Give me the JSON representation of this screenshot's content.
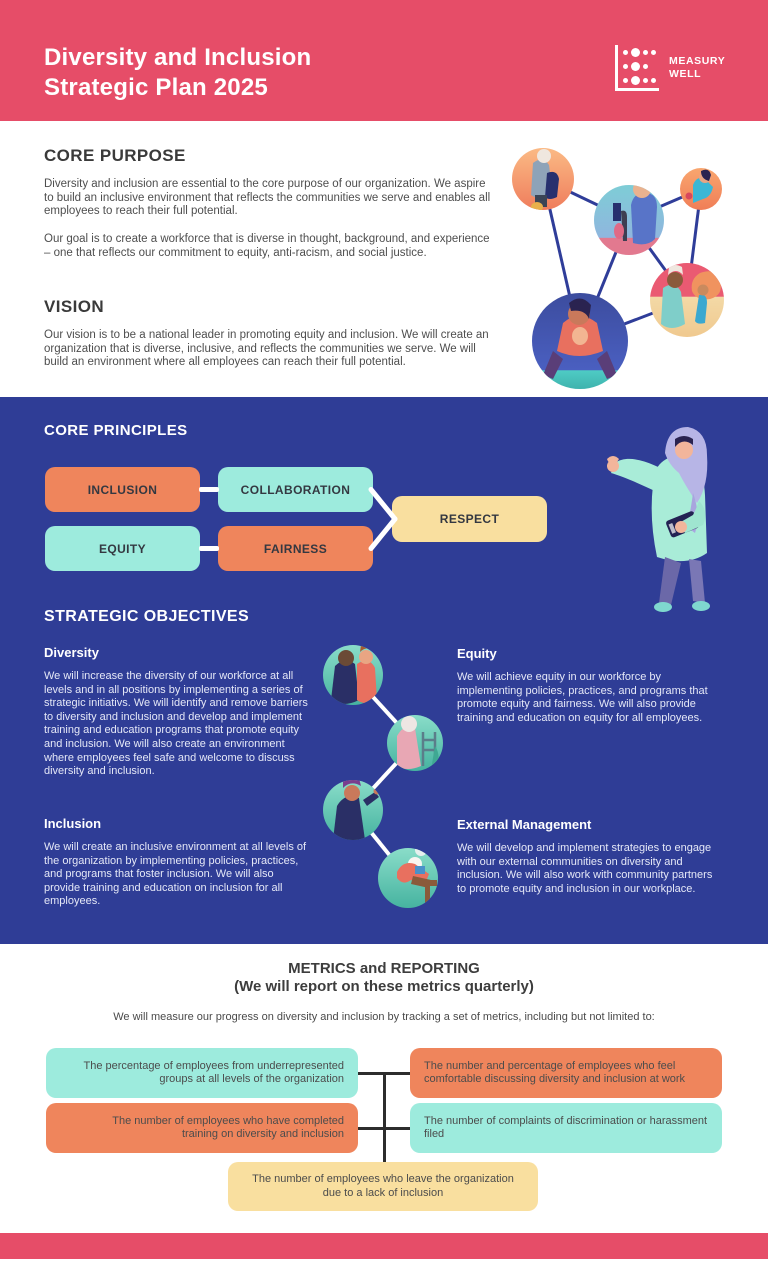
{
  "header": {
    "title_line1": "Diversity and Inclusion",
    "title_line2": "Strategic Plan 2025",
    "logo_line1": "MEASURY",
    "logo_line2": "WELL"
  },
  "core_purpose": {
    "heading": "CORE PURPOSE",
    "para1": "Diversity and inclusion are essential to the core purpose of our organization. We aspire to build an inclusive environment that reflects the communities we serve and enables all employees to reach their full potential.",
    "para2": "Our goal is to create a workforce that is diverse in thought, background, and experience – one that reflects our commitment to equity, anti-racism, and social justice."
  },
  "vision": {
    "heading": "VISION",
    "para": "Our vision is to be a national leader in promoting equity and inclusion. We will create an organization that is diverse, inclusive, and reflects the communities we serve. We will build an environment where all employees can reach their full potential."
  },
  "core_principles": {
    "heading": "CORE PRINCIPLES",
    "boxes": [
      {
        "label": "INCLUSION",
        "color": "#EF855C"
      },
      {
        "label": "COLLABORATION",
        "color": "#9DEBDD"
      },
      {
        "label": "RESPECT",
        "color": "#F9DF9F"
      },
      {
        "label": "EQUITY",
        "color": "#9DEBDD"
      },
      {
        "label": "FAIRNESS",
        "color": "#EF855C"
      }
    ]
  },
  "strategic_objectives": {
    "heading": "STRATEGIC OBJECTIVES",
    "items": [
      {
        "title": "Diversity",
        "body": "We will increase the diversity of our workforce at all levels and in all positions by implementing a series of strategic initiativs. We will identify and remove barriers to diversity and inclusion and develop and implement training and education programs that promote equity and inclusion. We will also create an environment where employees feel safe and welcome to discuss diversity and inclusion."
      },
      {
        "title": "Equity",
        "body": "We will achieve equity in our workforce by implementing policies, practices, and programs that promote equity and fairness. We will also provide training and education on equity for all employees."
      },
      {
        "title": "Inclusion",
        "body": "We will create an inclusive environment at all levels of the organization by implementing policies, practices, and programs that foster inclusion. We will also provide training and education on inclusion for all employees."
      },
      {
        "title": "External Management",
        "body": "We will develop and implement strategies to engage with our external communities on diversity and inclusion. We will also work with community partners to promote equity and inclusion in our workplace."
      }
    ]
  },
  "metrics": {
    "heading_line1": "METRICS and REPORTING",
    "heading_line2": "(We will report on these metrics quarterly)",
    "intro": "We will measure our progress on diversity and inclusion by tracking a set of metrics, including but not limited to:",
    "boxes": [
      {
        "text": "The percentage of employees from underrepresented groups at all levels of the organization",
        "color": "#9DEBDD"
      },
      {
        "text": "The number and percentage of employees who feel comfortable discussing diversity and inclusion at work",
        "color": "#EF855C"
      },
      {
        "text": "The number of employees who have completed training on diversity and inclusion",
        "color": "#EF855C"
      },
      {
        "text": "The number of complaints of discrimination or harassment filed",
        "color": "#9DEBDD"
      },
      {
        "text": "The number of employees who leave the organization due to a lack of inclusion",
        "color": "#F9DF9F"
      }
    ]
  },
  "colors": {
    "brand_pink": "#E64D68",
    "brand_blue": "#2F3D96",
    "accent_orange": "#EF855C",
    "accent_teal": "#9DEBDD",
    "accent_yellow": "#F9DF9F"
  }
}
